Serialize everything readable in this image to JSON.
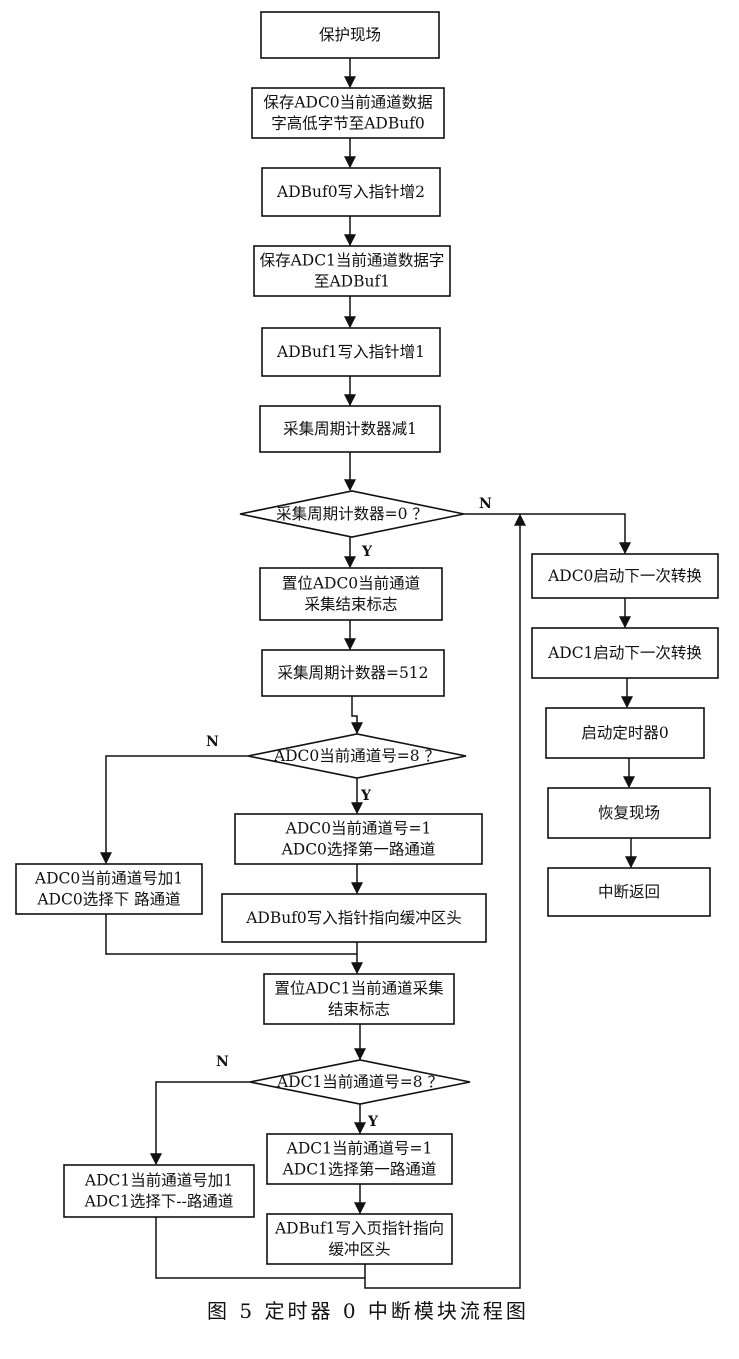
{
  "caption": "图 5   定时器 0 中断模块流程图",
  "nodes": {
    "save_context": [
      "保护现场"
    ],
    "save_adc0": [
      "保存ADC0当前通道数据",
      "字高低字节至ADBuf0"
    ],
    "adbuf0_inc": [
      "ADBuf0写入指针增2"
    ],
    "save_adc1": [
      "保存ADC1当前通道数据字",
      "至ADBuf1"
    ],
    "adbuf1_inc": [
      "ADBuf1写入指针增1"
    ],
    "counter_dec": [
      "采集周期计数器减1"
    ],
    "counter_zero": [
      "采集周期计数器=0 ？"
    ],
    "set_adc0_flag": [
      "置位ADC0当前通道",
      "采集结束标志"
    ],
    "counter_reset": [
      "采集周期计数器=512"
    ],
    "adc0_ch8": [
      "ADC0当前通道号=8 ？"
    ],
    "adc0_ch1": [
      "ADC0当前通道号=1",
      "ADC0选择第一路通道"
    ],
    "adc0_next": [
      "ADC0当前通道号加1",
      "ADC0选择下    路通道"
    ],
    "adbuf0_head": [
      "ADBuf0写入指针指向缓冲区头"
    ],
    "set_adc1_flag": [
      "置位ADC1当前通道采集",
      "结束标志"
    ],
    "adc1_ch8": [
      "ADC1当前通道号=8 ？"
    ],
    "adc1_ch1": [
      "ADC1当前通道号=1",
      "ADC1选择第一路通道"
    ],
    "adc1_next": [
      "ADC1当前通道号加1",
      "ADC1选择下--路通道"
    ],
    "adbuf1_head": [
      "ADBuf1写入页指针指向",
      "缓冲区头"
    ],
    "adc0_start": [
      "ADC0启动下一次转换"
    ],
    "adc1_start": [
      "ADC1启动下一次转换"
    ],
    "timer0_start": [
      "启动定时器0"
    ],
    "restore_context": [
      "恢复现场"
    ],
    "interrupt_return": [
      "中断返回"
    ]
  },
  "edge_labels": {
    "counter_zero_no": "N",
    "counter_zero_yes": "Y",
    "adc0_ch8_no": "N",
    "adc0_ch8_yes": "Y",
    "adc1_ch8_no": "N",
    "adc1_ch8_yes": "Y"
  }
}
